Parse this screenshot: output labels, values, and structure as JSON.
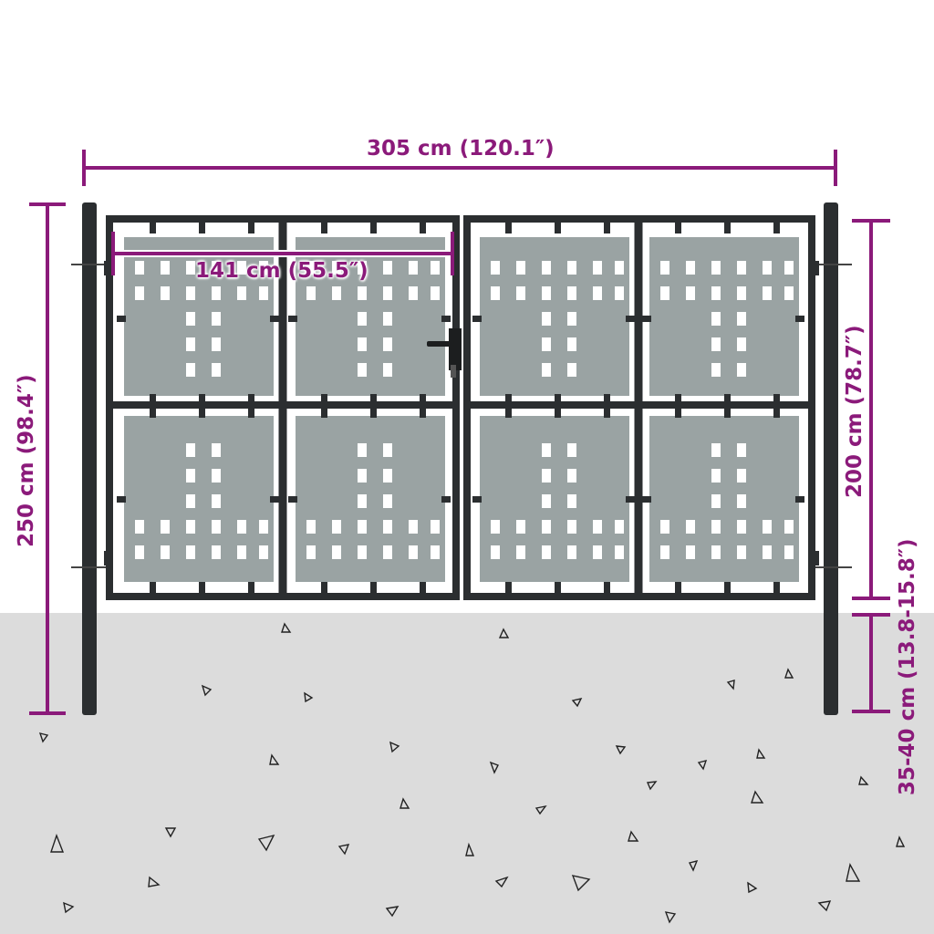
{
  "diagram": {
    "subject": "Double fence gate with two posts",
    "colors": {
      "dimension": "#8b1a7a",
      "frame": "#2b2e30",
      "panel": "#9aa3a3",
      "ground": "#dcdcdc",
      "background": "#ffffff"
    },
    "dimensions": {
      "total_width": "305 cm (120.1″)",
      "leaf_width": "141 cm (55.5″)",
      "post_height": "250 cm (98.4″)",
      "gate_height": "200 cm (78.7″)",
      "ground_clearance": "35-40 cm (13.8-15.8″)"
    },
    "gate": {
      "leaves": 2,
      "panels_per_leaf": 4,
      "posts": 2,
      "has_handle": true
    }
  }
}
